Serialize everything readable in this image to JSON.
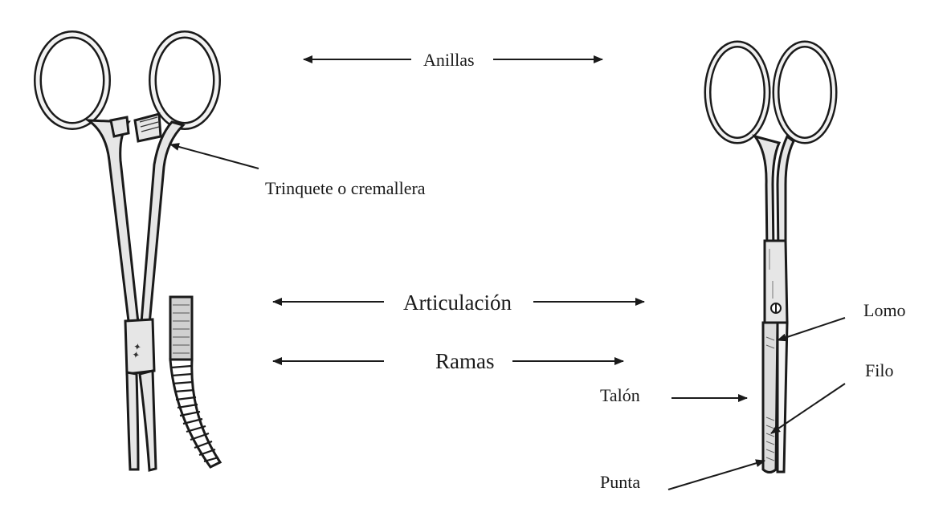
{
  "labels": {
    "anillas": "Anillas",
    "trinquete": "Trinquete o cremallera",
    "articulacion": "Articulación",
    "ramas": "Ramas",
    "lomo": "Lomo",
    "filo": "Filo",
    "talon": "Talón",
    "punta": "Punta"
  }
}
